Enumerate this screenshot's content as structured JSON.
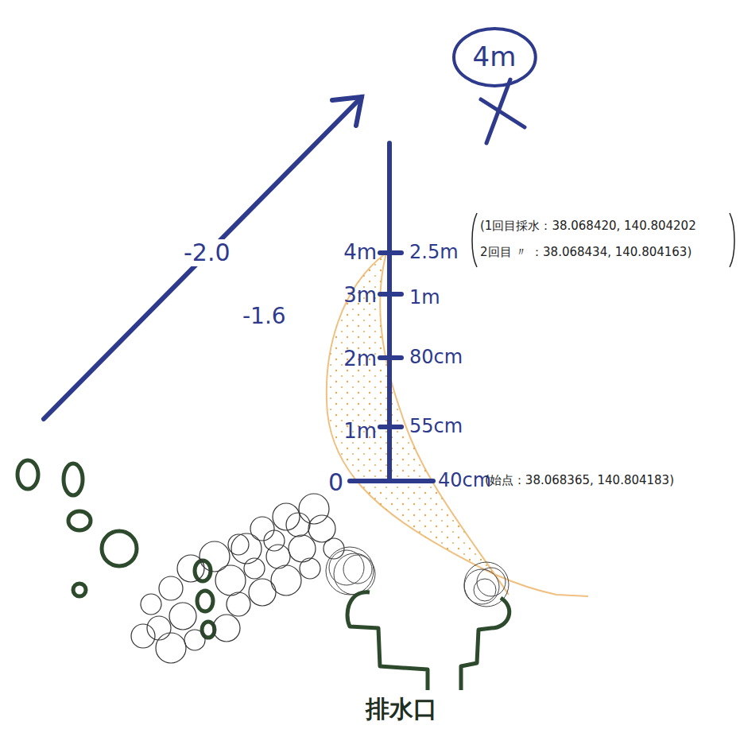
{
  "diagram": {
    "nodes": [
      {
        "text": [
          "4m"
        ]
      }
    ],
    "labels": [
      "-2.0",
      "-1.6",
      "4m",
      "2.5m",
      "(1回目採水：38.068420, 140.804202",
      "2回目 〃 ：38.068434, 140.804163)",
      "3m",
      "1m",
      "2m",
      "80cm",
      "1m",
      "55cm",
      "0",
      "40cm",
      "(始点：38.068365, 140.804183)",
      "排水口"
    ]
  }
}
